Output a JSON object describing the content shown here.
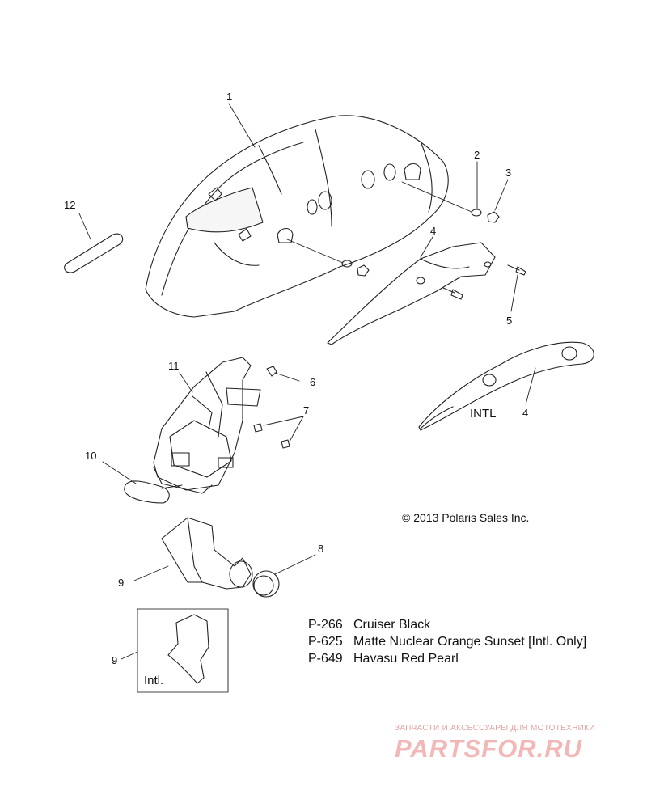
{
  "callouts": {
    "c1": "1",
    "c2": "2",
    "c3": "3",
    "c4a": "4",
    "c4b": "4",
    "c5": "5",
    "c6": "6",
    "c7": "7",
    "c8": "8",
    "c9a": "9",
    "c9b": "9",
    "c10": "10",
    "c11": "11",
    "c12": "12"
  },
  "labels": {
    "intl_upper": "INTL",
    "intl_box": "Intl."
  },
  "copyright": "© 2013 Polaris Sales Inc.",
  "legend": [
    {
      "code": "P-266",
      "name": "Cruiser Black"
    },
    {
      "code": "P-625",
      "name": "Matte Nuclear Orange Sunset [Intl. Only]"
    },
    {
      "code": "P-649",
      "name": "Havasu Red Pearl"
    }
  ],
  "watermark": {
    "subtitle": "ЗАПЧАСТИ И АКСЕССУАРЫ ДЛЯ МОТОТЕХНИКИ",
    "brand": "PARTSFOR.RU"
  }
}
